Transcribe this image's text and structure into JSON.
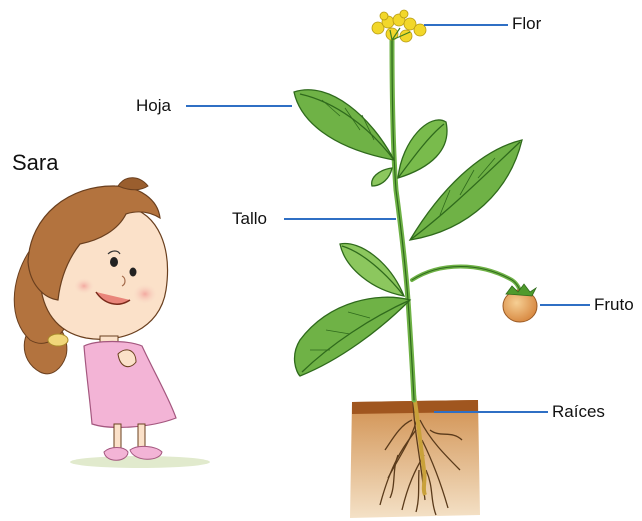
{
  "character": {
    "name": "Sara"
  },
  "labels": {
    "flower": "Flor",
    "leaf": "Hoja",
    "stem": "Tallo",
    "fruit": "Fruto",
    "roots": "Raíces"
  },
  "colors": {
    "leader_line": "#2f6fc4",
    "leaf_green": "#5aa83a",
    "leaf_dark": "#2f7a22",
    "flower_yellow": "#f2d72a",
    "fruit_orange": "#e7a35c",
    "soil_brown": "#a8642e",
    "hair_brown": "#b3733e",
    "dress_pink": "#f3b4d6"
  }
}
